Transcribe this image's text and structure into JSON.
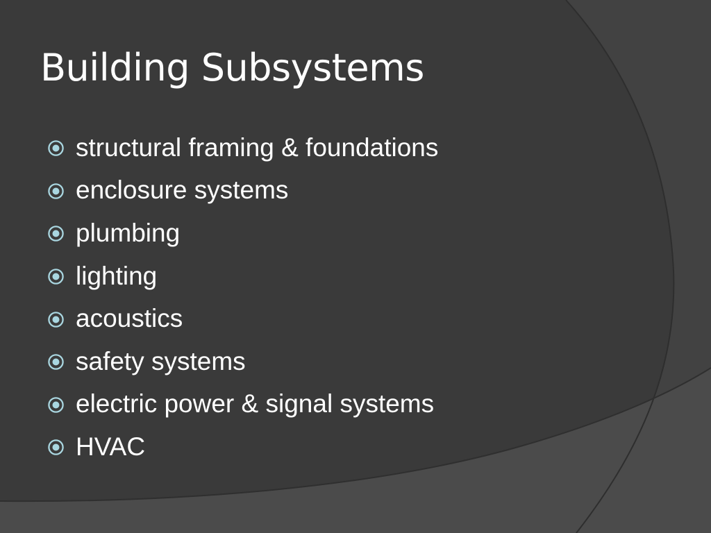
{
  "slide": {
    "title": "Building Subsystems",
    "bullet_icon": "circled-dot-icon",
    "bullet_color": "#a9d6e0",
    "text_color": "#ffffff",
    "background_color": "#3a3a3a",
    "bullets": [
      {
        "label": "structural framing & foundations"
      },
      {
        "label": "enclosure systems"
      },
      {
        "label": "plumbing"
      },
      {
        "label": "lighting"
      },
      {
        "label": "acoustics"
      },
      {
        "label": "safety systems"
      },
      {
        "label": "electric power & signal systems"
      },
      {
        "label": "HVAC"
      }
    ]
  }
}
